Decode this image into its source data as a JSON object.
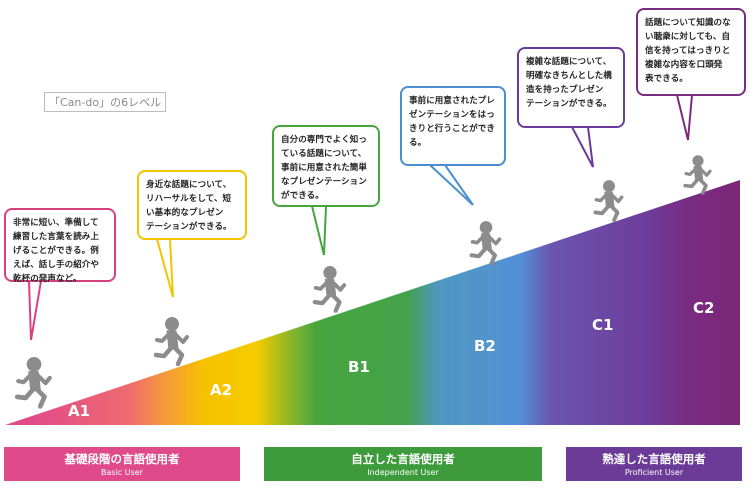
{
  "title": "「Can-do」の6レベル",
  "levels": [
    {
      "code": "A1",
      "description": "非常に短い、準備して\n練習した言葉を読み上\nげることができる。例\nえば、話し手の紹介や\n乾杯の発声など。",
      "color": "#d9417c"
    },
    {
      "code": "A2",
      "description": "身近な話題について、\nリハーサルをして、短\nい基本的なプレゼン\nテーションができる。",
      "color": "#f5c400"
    },
    {
      "code": "B1",
      "description": "自分の専門でよく知っ\nている話題について、\n事前に用意された簡単\nなプレゼンテーション\nができる。",
      "color": "#47a53e"
    },
    {
      "code": "B2",
      "description": "事前に用意されたプレ\nゼンテーションをはっ\nきりと行うことができ\nる。",
      "color": "#4b8fd1"
    },
    {
      "code": "C1",
      "description": "複雑な話題について、\n明確なきちんとした構\n造を持ったプレゼン\nテーションができる。",
      "color": "#6a3a9a"
    },
    {
      "code": "C2",
      "description": "話題について知識のな\nい聴衆に対しても、自\n信を持ってはっきりと\n複雑な内容を口頭発\n表できる。",
      "color": "#7a2d7e"
    }
  ],
  "user_groups": [
    {
      "ja": "基礎段階の言語使用者",
      "en": "Basic User",
      "color": "#e04a8a"
    },
    {
      "ja": "自立した言語使用者",
      "en": "Independent User",
      "color": "#3d9b3b"
    },
    {
      "ja": "熟達した言語使用者",
      "en": "Proficient User",
      "color": "#6b3b97"
    }
  ]
}
